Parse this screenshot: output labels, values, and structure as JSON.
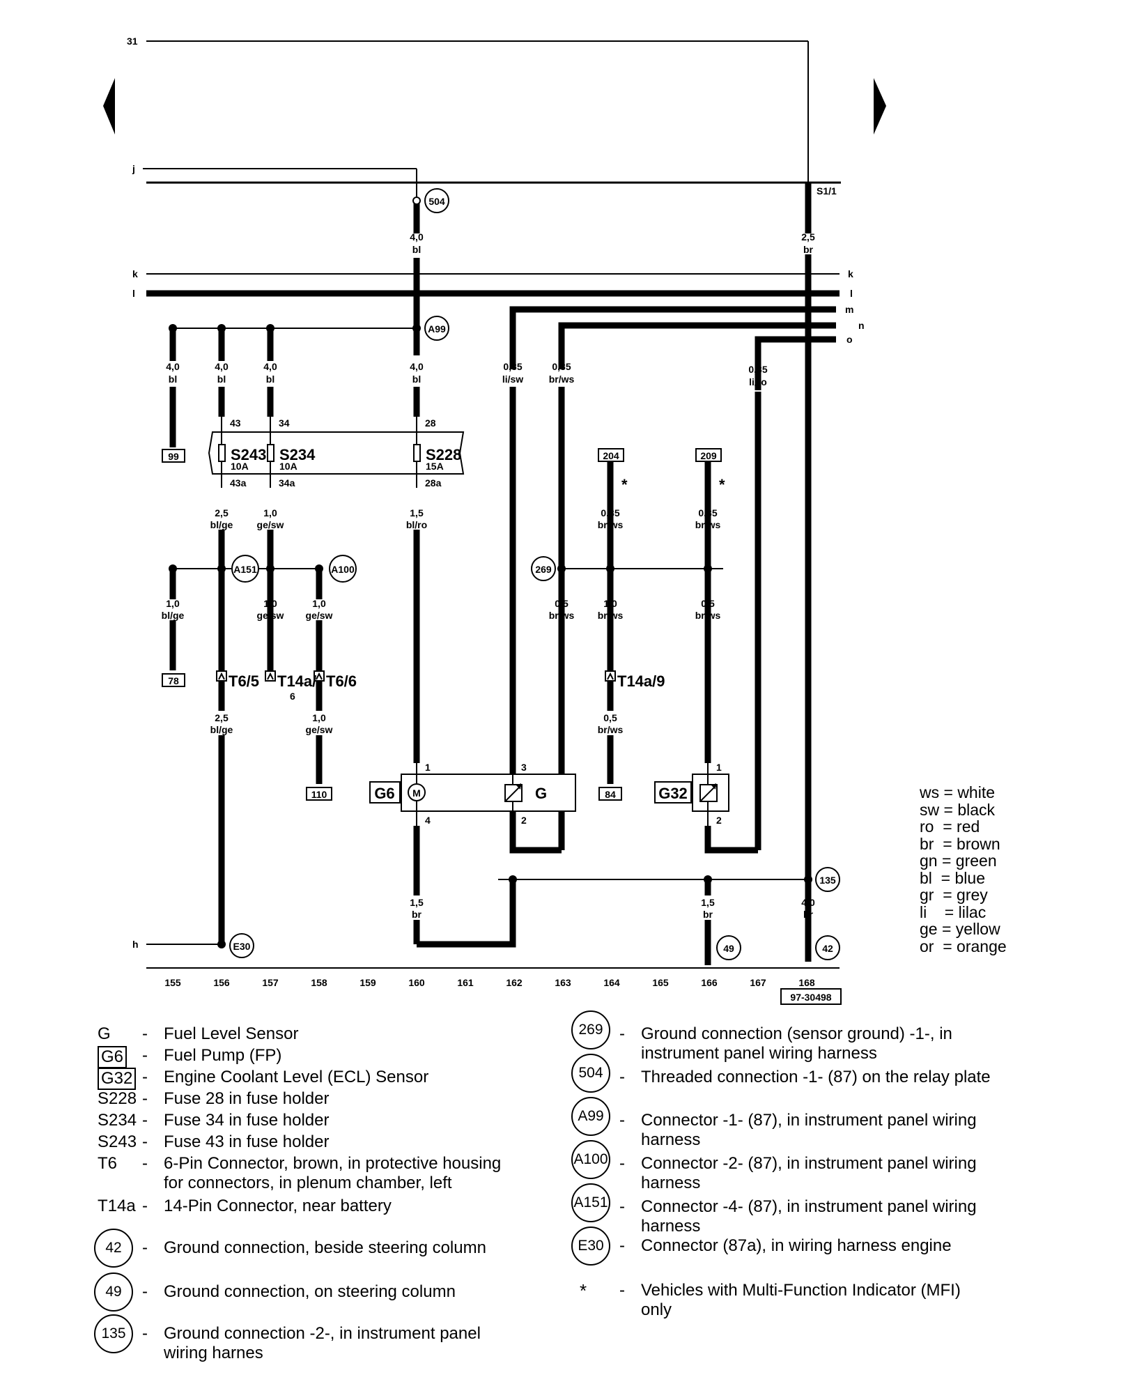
{
  "diagram": {
    "labels": {
      "wire_31": "31",
      "wire_j": "j",
      "wire_k": "k",
      "wire_l": "l",
      "wire_h": "h",
      "right_k": "k",
      "right_l": "l",
      "right_m": "m",
      "right_n": "n",
      "right_o": "o",
      "s1_1": "S1/1"
    },
    "nodes": {
      "n504": "504",
      "a99": "A99",
      "a151": "A151",
      "a100": "A100",
      "n269": "269",
      "n135": "135",
      "n49": "49",
      "n42": "42",
      "e30": "E30"
    },
    "boxed_refs": {
      "r99": "99",
      "r78": "78",
      "r110": "110",
      "r84": "84",
      "r204": "204",
      "r209": "209"
    },
    "fuses": {
      "s243": "S243",
      "s243_rating": "10A",
      "s234": "S234",
      "s234_rating": "10A",
      "s228": "S228",
      "s228_rating": "15A",
      "pin43": "43",
      "pin34": "34",
      "pin28": "28",
      "pin43a": "43a",
      "pin34a": "34a",
      "pin28a": "28a"
    },
    "connectors": {
      "t6_5": "T6/5",
      "t14a_6": "T14a/",
      "t14a_6b": "6",
      "t6_6": "T6/6",
      "t14a_9": "T14a/9"
    },
    "components": {
      "g6": "G6",
      "g": "G",
      "g32": "G32",
      "m": "M",
      "g6_pin1": "1",
      "g6_pin4": "4",
      "g_pin3": "3",
      "g_pin2": "2",
      "g32_pin1": "1",
      "g32_pin2": "2"
    },
    "wire_specs": {
      "w_504_a": "4,0",
      "w_504_b": "bl",
      "w_s11_a": "2,5",
      "w_s11_b": "br",
      "w155_a": "4,0",
      "w155_b": "bl",
      "w156_a": "4,0",
      "w156_b": "bl",
      "w157_a": "4,0",
      "w157_b": "bl",
      "w160_a": "4,0",
      "w160_b": "bl",
      "w162_a": "0,35",
      "w162_b": "li/sw",
      "w163_a": "0,35",
      "w163_b": "br/ws",
      "w167_a": "0,35",
      "w167_b": "li/ro",
      "w156b_a": "2,5",
      "w156b_b": "bl/ge",
      "w157b_a": "1,0",
      "w157b_b": "ge/sw",
      "w160b_a": "1,5",
      "w160b_b": "bl/ro",
      "w164_a": "0,35",
      "w164_b": "br/ws",
      "w166_a": "0,35",
      "w166_b": "br/ws",
      "w155c_a": "1,0",
      "w155c_b": "bl/ge",
      "w157c_a": "1,0",
      "w157c_b": "ge/sw",
      "w158c_a": "1,0",
      "w158c_b": "ge/sw",
      "w163c_a": "0,5",
      "w163c_b": "br/ws",
      "w164c_a": "1,0",
      "w164c_b": "br/ws",
      "w166c_a": "0,5",
      "w166c_b": "br/ws",
      "w156d_a": "2,5",
      "w156d_b": "bl/ge",
      "w158d_a": "1,0",
      "w158d_b": "ge/sw",
      "w164d_a": "0,5",
      "w164d_b": "br/ws",
      "w160e_a": "1,5",
      "w160e_b": "br",
      "w166e_a": "1,5",
      "w166e_b": "br",
      "w168e_a": "4,0",
      "w168e_b": "br"
    },
    "stars": {
      "star204": "*",
      "star209": "*"
    },
    "ruler": [
      "155",
      "156",
      "157",
      "158",
      "159",
      "160",
      "161",
      "162",
      "163",
      "164",
      "165",
      "166",
      "167",
      "168"
    ],
    "doc_number": "97-30498"
  },
  "color_key": [
    "ws = white",
    "sw = black",
    "ro  = red",
    "br  = brown",
    "gn = green",
    "bl  = blue",
    "gr  = grey",
    "li    = lilac",
    "ge = yellow",
    "or  = orange"
  ],
  "legend_left": [
    {
      "code": "G",
      "desc": "Fuel Level Sensor"
    },
    {
      "code": "G6",
      "desc": "Fuel Pump (FP)"
    },
    {
      "code": "G32",
      "desc": "Engine Coolant Level (ECL) Sensor"
    },
    {
      "code": "S228",
      "desc": "Fuse 28 in fuse holder"
    },
    {
      "code": "S234",
      "desc": "Fuse 34 in fuse holder"
    },
    {
      "code": "S243",
      "desc": "Fuse 43 in fuse holder"
    },
    {
      "code": "T6",
      "desc": "6-Pin Connector, brown, in protective housing\nfor connectors, in plenum chamber, left"
    },
    {
      "code": "T14a",
      "desc": "14-Pin Connector, near battery"
    },
    {
      "code": "42",
      "desc": "Ground connection, beside steering column"
    },
    {
      "code": "49",
      "desc": "Ground connection, on steering column"
    },
    {
      "code": "135",
      "desc": "Ground connection -2-, in instrument panel\nwiring harnes"
    }
  ],
  "legend_right": [
    {
      "code": "269",
      "desc": "Ground connection (sensor ground) -1-, in\ninstrument panel wiring harness"
    },
    {
      "code": "504",
      "desc": "Threaded connection -1- (87) on the relay plate"
    },
    {
      "code": "A99",
      "desc": "Connector -1- (87), in instrument panel wiring\nharness"
    },
    {
      "code": "A100",
      "desc": "Connector -2- (87), in instrument panel wiring\nharness"
    },
    {
      "code": "A151",
      "desc": "Connector -4- (87), in instrument panel wiring\nharness"
    },
    {
      "code": "E30",
      "desc": "Connector (87a), in wiring harness engine"
    },
    {
      "code": "*",
      "desc": "Vehicles with Multi-Function Indicator (MFI)\nonly"
    }
  ]
}
